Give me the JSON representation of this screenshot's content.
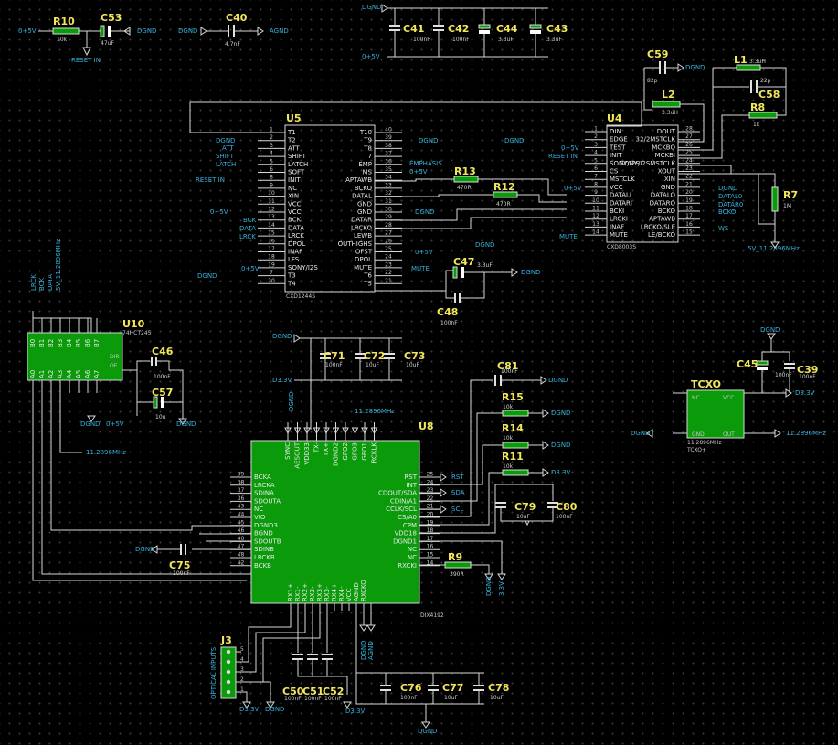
{
  "labels": {
    "plus5v": "0+5V",
    "dgnd": "DGND",
    "agnd": "AGND",
    "d33v": "D3.3V",
    "reset_in": "RESET IN",
    "v33": "3.3V",
    "clk_net": "11.2896MHz",
    "clk_net5v": "5V_11.2896MHz",
    "j3_label": "OPTICAL INPUTS",
    "emphasis": "EMPHASIS",
    "mute": "MUTE",
    "bck": "BCK",
    "data": "DATA",
    "lrck": "LRCK",
    "att": "ATT",
    "shift": "SHIFT",
    "latch": "LATCH",
    "ws": "WS",
    "rst": "RST",
    "sda": "SDA",
    "scl": "SCL",
    "bcko": "BCKO",
    "datal0": "DATAL0",
    "datar0": "DATAR0"
  },
  "chips": {
    "u5": {
      "ref": "U5",
      "part": "CXD1244S"
    },
    "u4": {
      "ref": "U4",
      "part": "CXD8003S"
    },
    "u8": {
      "ref": "U8",
      "part": "DIX4192"
    },
    "u10": {
      "ref": "U10",
      "part": "74HCT245"
    },
    "tcxo": {
      "ref": "TCXO",
      "part": "TCXO+",
      "freq": "11.2896MHz",
      "nc": "NC",
      "vcc": "VCC",
      "gnd": "GND",
      "out": "OUT"
    },
    "j3": {
      "ref": "J3"
    }
  },
  "components": [
    {
      "ref": "R10",
      "value": "10k"
    },
    {
      "ref": "C53",
      "value": "47uF"
    },
    {
      "ref": "C40",
      "value": "4.7nF"
    },
    {
      "ref": "C41",
      "value": "100nF"
    },
    {
      "ref": "C42",
      "value": "100nF"
    },
    {
      "ref": "C44",
      "value": "3.3uF"
    },
    {
      "ref": "C43",
      "value": "3.3uF"
    },
    {
      "ref": "C59",
      "value": "82p"
    },
    {
      "ref": "L1",
      "value": "3.3uH"
    },
    {
      "ref": "C58",
      "value": "22p"
    },
    {
      "ref": "L2",
      "value": "3.3uH"
    },
    {
      "ref": "R8",
      "value": "1k"
    },
    {
      "ref": "R7",
      "value": "1M"
    },
    {
      "ref": "R13",
      "value": "470R"
    },
    {
      "ref": "R12",
      "value": "470R"
    },
    {
      "ref": "C47",
      "value": "3.3uF"
    },
    {
      "ref": "C48",
      "value": "100nF"
    },
    {
      "ref": "C46",
      "value": "100nF"
    },
    {
      "ref": "C57",
      "value": "10u"
    },
    {
      "ref": "C71",
      "value": "100nF"
    },
    {
      "ref": "C72",
      "value": "10uF"
    },
    {
      "ref": "C73",
      "value": "10uF"
    },
    {
      "ref": "C81",
      "value": "100nF"
    },
    {
      "ref": "R15",
      "value": "10k"
    },
    {
      "ref": "R14",
      "value": "10k"
    },
    {
      "ref": "R11",
      "value": "10k"
    },
    {
      "ref": "C79",
      "value": "10uF"
    },
    {
      "ref": "C80",
      "value": "100nF"
    },
    {
      "ref": "R9",
      "value": "390R"
    },
    {
      "ref": "C75",
      "value": "100nF"
    },
    {
      "ref": "C45",
      "value": "100nF"
    },
    {
      "ref": "C39",
      "value": "100nF"
    },
    {
      "ref": "C50",
      "value": "100nF"
    },
    {
      "ref": "C51",
      "value": "100nF"
    },
    {
      "ref": "C52",
      "value": "100nF"
    },
    {
      "ref": "C76",
      "value": "100nF"
    },
    {
      "ref": "C77",
      "value": "10uF"
    },
    {
      "ref": "C78",
      "value": "10uF"
    }
  ],
  "u5_left_pins": [
    {
      "num": "1",
      "name": "T1"
    },
    {
      "num": "2",
      "name": "T2"
    },
    {
      "num": "3",
      "name": "ATT"
    },
    {
      "num": "4",
      "name": "SHIFT"
    },
    {
      "num": "5",
      "name": "LATCH"
    },
    {
      "num": "6",
      "name": "SOFT"
    },
    {
      "num": "8",
      "name": "INIT"
    },
    {
      "num": "9",
      "name": "NC"
    },
    {
      "num": "10",
      "name": "XIN"
    },
    {
      "num": "11",
      "name": "VCC"
    },
    {
      "num": "12",
      "name": "VCC"
    },
    {
      "num": "13",
      "name": "BCK"
    },
    {
      "num": "14",
      "name": "DATA"
    },
    {
      "num": "15",
      "name": "LRCK"
    },
    {
      "num": "16",
      "name": "DPOL"
    },
    {
      "num": "17",
      "name": "INAF"
    },
    {
      "num": "18",
      "name": "LFS"
    },
    {
      "num": "19",
      "name": "SONY/I2S"
    },
    {
      "num": "7",
      "name": "T3"
    },
    {
      "num": "20",
      "name": "T4"
    }
  ],
  "u5_right_pins": [
    {
      "num": "40",
      "name": "T10"
    },
    {
      "num": "39",
      "name": "T9"
    },
    {
      "num": "38",
      "name": "T8"
    },
    {
      "num": "37",
      "name": "T7"
    },
    {
      "num": "36",
      "name": "EMP"
    },
    {
      "num": "35",
      "name": "MS"
    },
    {
      "num": "34",
      "name": "APTAWB"
    },
    {
      "num": "33",
      "name": "BCKO"
    },
    {
      "num": "32",
      "name": "DATAL"
    },
    {
      "num": "31",
      "name": "GND"
    },
    {
      "num": "30",
      "name": "GND"
    },
    {
      "num": "29",
      "name": "DATAR"
    },
    {
      "num": "28",
      "name": "LRCKO"
    },
    {
      "num": "27",
      "name": "LEWB"
    },
    {
      "num": "26",
      "name": "OUTHIGHS"
    },
    {
      "num": "25",
      "name": "OFST"
    },
    {
      "num": "24",
      "name": "DPOL"
    },
    {
      "num": "23",
      "name": "MUTE"
    },
    {
      "num": "22",
      "name": "T6"
    },
    {
      "num": "21",
      "name": "T5"
    }
  ],
  "u4_left_pins": [
    {
      "num": "1",
      "name": "DIN"
    },
    {
      "num": "2",
      "name": "EDGE"
    },
    {
      "num": "3",
      "name": "TEST"
    },
    {
      "num": "4",
      "name": "INIT"
    },
    {
      "num": "5",
      "name": "SONY/I2S"
    },
    {
      "num": "6",
      "name": "CS"
    },
    {
      "num": "7",
      "name": "MSTCLK"
    },
    {
      "num": "8",
      "name": "VCC"
    },
    {
      "num": "9",
      "name": "DATALI"
    },
    {
      "num": "10",
      "name": "DATARI"
    },
    {
      "num": "11",
      "name": "BCKI"
    },
    {
      "num": "12",
      "name": "LRCKI"
    },
    {
      "num": "13",
      "name": "INAF"
    },
    {
      "num": "14",
      "name": "MUTE"
    }
  ],
  "u4_right_pins": [
    {
      "num": "28",
      "name": "DOUT"
    },
    {
      "num": "27",
      "name": "32/2MSTCLK"
    },
    {
      "num": "26",
      "name": "MCKBO"
    },
    {
      "num": "25",
      "name": "MCKBI"
    },
    {
      "num": "24",
      "name": "SONY/I2SMSTCLK"
    },
    {
      "num": "23",
      "name": "XOUT"
    },
    {
      "num": "22",
      "name": "XIN"
    },
    {
      "num": "21",
      "name": "GND"
    },
    {
      "num": "20",
      "name": "DATALO"
    },
    {
      "num": "19",
      "name": "DATARO"
    },
    {
      "num": "18",
      "name": "BCKO"
    },
    {
      "num": "17",
      "name": "APTAWB"
    },
    {
      "num": "16",
      "name": "LRCKO/SLE"
    },
    {
      "num": "15",
      "name": "LE/BCKO"
    }
  ],
  "u8_left_pins": [
    {
      "num": "39",
      "name": "BCKA"
    },
    {
      "num": "38",
      "name": "LRCKA"
    },
    {
      "num": "37",
      "name": "SDINA"
    },
    {
      "num": "36",
      "name": "SDOUTA"
    },
    {
      "num": "43",
      "name": "NC"
    },
    {
      "num": "44",
      "name": "VIO"
    },
    {
      "num": "45",
      "name": "DGND3"
    },
    {
      "num": "46",
      "name": "BGND"
    },
    {
      "num": "40",
      "name": "SDOUTB"
    },
    {
      "num": "47",
      "name": "SDINB"
    },
    {
      "num": "48",
      "name": "LRCKB"
    },
    {
      "num": "42",
      "name": "BCKB"
    }
  ],
  "u8_right_pins": [
    {
      "num": "25",
      "name": "RST"
    },
    {
      "num": "24",
      "name": "INT"
    },
    {
      "num": "23",
      "name": "CDOUT/SDA"
    },
    {
      "num": "22",
      "name": "CDIN/A1"
    },
    {
      "num": "21",
      "name": "CCLK/SCL"
    },
    {
      "num": "20",
      "name": "CS/A0"
    },
    {
      "num": "19",
      "name": "CPM"
    },
    {
      "num": "18",
      "name": "VDD18"
    },
    {
      "num": "17",
      "name": "DGND1"
    },
    {
      "num": "16",
      "name": "NC"
    },
    {
      "num": "15",
      "name": "NC"
    },
    {
      "num": "14",
      "name": "RXCKI"
    }
  ],
  "u8_top_pins": [
    "SYNC",
    "AESOUT",
    "VDD33",
    "TX-",
    "TX+",
    "DGND2",
    "GPO2",
    "GPO3",
    "GPO1",
    "RCKLK"
  ],
  "u8_bottom_pins": [
    "RX1+",
    "RX1-",
    "RX2+",
    "RX2-",
    "RX3+",
    "RX3-",
    "RX4+",
    "RX4-",
    "VCC",
    "AGND",
    "RXCKO"
  ],
  "u10_pins": {
    "top": [
      "B0",
      "B1",
      "B2",
      "B3",
      "B4",
      "B5",
      "B6",
      "B7"
    ],
    "bottom": [
      "A0",
      "A1",
      "A2",
      "A3",
      "A4",
      "A5",
      "A6",
      "A7"
    ],
    "dir": "DIR",
    "oe": "OE"
  },
  "u10_nets": [
    "LRCK",
    "BCK",
    "DATA",
    "5V_11.2896MHz"
  ]
}
